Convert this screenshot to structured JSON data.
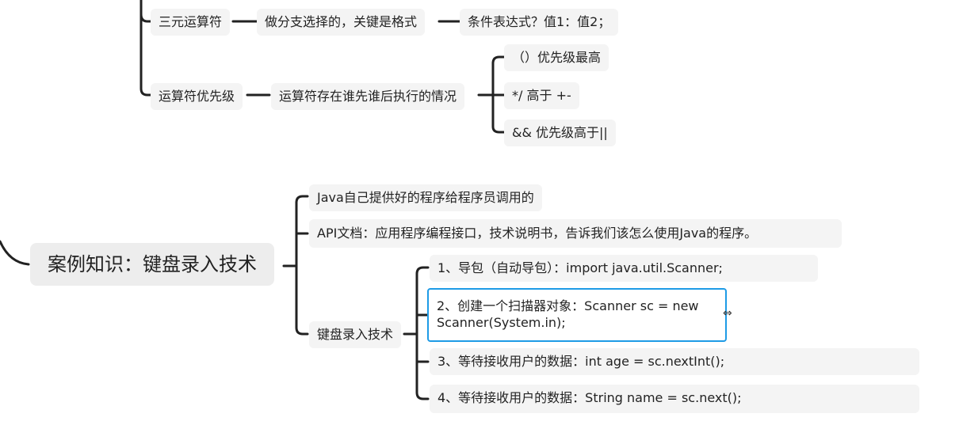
{
  "colors": {
    "line": "#222222",
    "node_bg": "#f4f4f4",
    "root_bg": "#ededed",
    "selection": "#1e9be6"
  },
  "top": {
    "ternary": {
      "label": "三元运算符",
      "desc": "做分支选择的，关键是格式",
      "format": "条件表达式？值1：值2；"
    },
    "precedence": {
      "label": "运算符优先级",
      "desc": "运算符存在谁先谁后执行的情况",
      "items": [
        "（）优先级最高",
        "*/ 高于 +-",
        "&& 优先级高于||"
      ]
    }
  },
  "bottom": {
    "root": "案例知识：键盘录入技术",
    "branch1": "Java自己提供好的程序给程序员调用的",
    "branch2": "API文档：应用程序编程接口，技术说明书，告诉我们该怎么使用Java的程序。",
    "branch3": "键盘录入技术",
    "steps": [
      "1、导包（自动导包）：import java.util.Scanner;",
      "2、创建一个扫描器对象：Scanner sc = new Scanner(System.in);",
      "3、等待接收用户的数据：int  age = sc.nextInt();",
      "4、等待接收用户的数据：String name = sc.next();"
    ]
  },
  "cursor_icon": "resize-horizontal-icon"
}
